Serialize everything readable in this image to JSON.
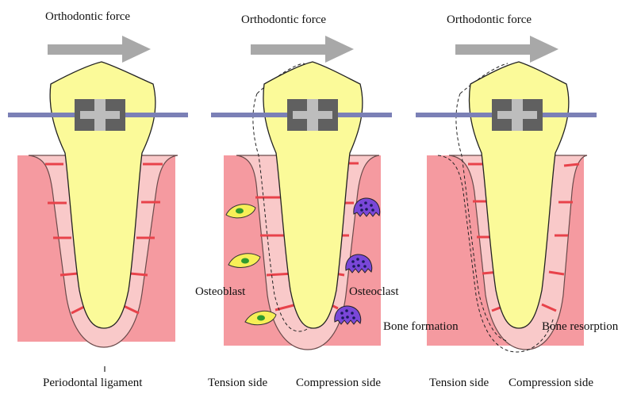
{
  "panels": [
    {
      "title": "Orthodontic force",
      "bottom_labels": [
        "Periodontal ligament"
      ]
    },
    {
      "title": "Orthodontic force",
      "bottom_labels": [
        "Tension side",
        "Compression side"
      ],
      "cell_labels": [
        "Osteoblast",
        "Osteoclast"
      ]
    },
    {
      "title": "Orthodontic force",
      "bottom_labels": [
        "Tension side",
        "Compression side"
      ],
      "process_labels": [
        "Bone formation",
        "Bone resorption"
      ]
    }
  ],
  "colors": {
    "bone": "#f59aa0",
    "ligament": "#f9c9c9",
    "fiber": "#e8424a",
    "tooth": "#fbfa99",
    "wire": "#7b80b6",
    "bracket_outer": "#606060",
    "bracket_inner": "#bdbdbd",
    "arrow": "#a8a8a8",
    "osteoblast_body": "#f7ef57",
    "osteoblast_nucleus": "#2f9a2f",
    "osteoclast_body": "#7a47d8",
    "osteoclast_spot": "#1a1a5a"
  },
  "icons": [
    "force-arrow-icon",
    "bracket-icon",
    "osteoblast-icon",
    "osteoclast-icon"
  ]
}
